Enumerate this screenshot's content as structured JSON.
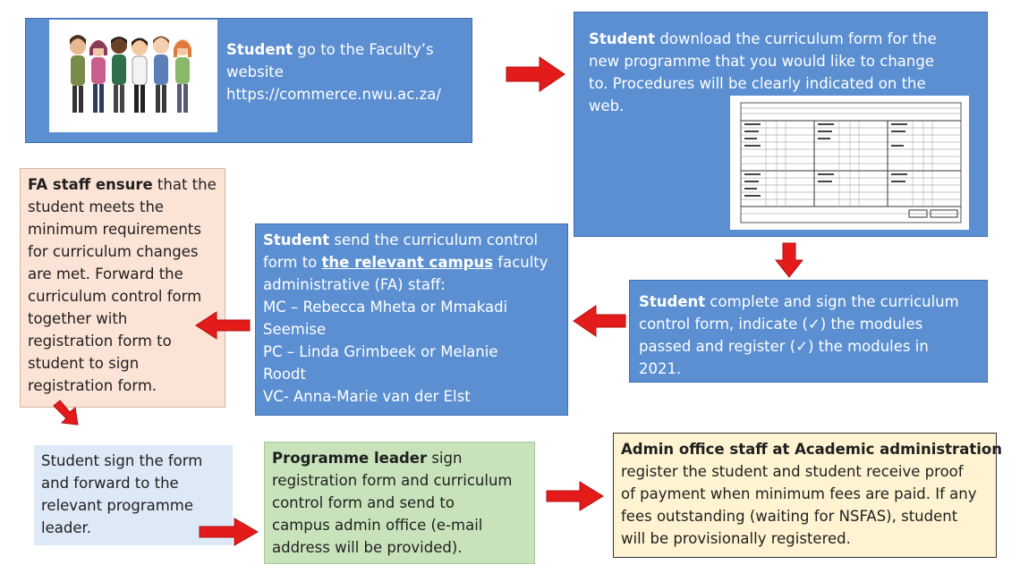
{
  "colors": {
    "blue": "#5b8fd1",
    "peach": "#fbe3d6",
    "lightblue": "#dde9f6",
    "green": "#c8e3bc",
    "yellow": "#fff3d1",
    "arrow": "#e31b1b"
  },
  "step1": {
    "bold": "Student",
    "text1": " go to the Faculty’s",
    "line2": "website",
    "line3": "https://commerce.nwu.ac.za/"
  },
  "step2": {
    "bold": "Student",
    "text1": " download the curriculum form for the",
    "line2": "new programme that you would like to change",
    "line3": "to. Procedures will be clearly indicated on the",
    "line4": "web."
  },
  "step3": {
    "bold": "Student",
    "text1": " complete and sign the curriculum",
    "line2": "control form, indicate (✓) the modules",
    "line3": "passed and register (✓) the modules in",
    "line4": "2021."
  },
  "step4": {
    "bold": "Student",
    "text1": " send the curriculum control",
    "line2a": "form to ",
    "underline": "the relevant campus",
    "line2b": " faculty",
    "line3": "administrative (FA) staff:",
    "line4": "MC – Rebecca Mheta or Mmakadi",
    "line5": "Seemise",
    "line6": "PC – Linda Grimbeek or Melanie",
    "line7": "Roodt",
    "line8": "VC- Anna-Marie van der Elst"
  },
  "step5": {
    "bold": "FA staff ensure",
    "text1": " that the",
    "line2": "student meets  the",
    "line3": "minimum requirements",
    "line4": "for curriculum changes",
    "line5": "are met. Forward the",
    "line6": "curriculum control form",
    "line7": "together with",
    "line8": "registration form to",
    "line9": "student to sign",
    "line10": "registration form."
  },
  "step6": {
    "line1": "Student sign the form",
    "line2": "and forward to the",
    "line3": "relevant programme",
    "line4": "leader."
  },
  "step7": {
    "bold": "Programme leader",
    "text1": " sign",
    "line2": "registration form  and curriculum",
    "line3": "control form and send to",
    "line4": "campus admin office (e-mail",
    "line5": "address will be provided)."
  },
  "step8": {
    "bold": "Admin office staff at Academic administration",
    "line2": "register the student and student receive proof",
    "line3": "of payment when minimum fees are paid. If any",
    "line4": "fees outstanding (waiting for NSFAS), student",
    "line5": "will be provisionally registered."
  }
}
